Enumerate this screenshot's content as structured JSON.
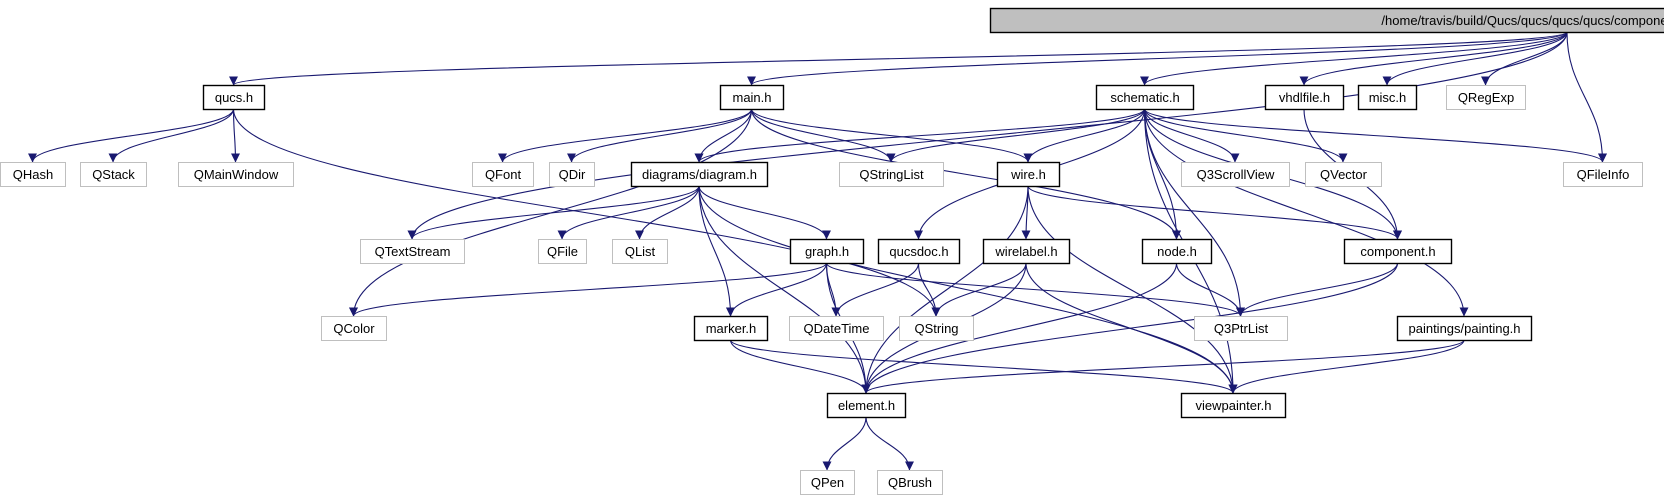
{
  "root": "/home/travis/build/Qucs/qucs/qucs/qucs/components/vhdlfile.cpp",
  "nodes": [
    {
      "id": "root",
      "label": "/home/travis/build/Qucs/qucs/qucs/qucs/components/vhdlfile.cpp",
      "kind": "root"
    },
    {
      "id": "qucs",
      "label": "qucs.h",
      "kind": "internal"
    },
    {
      "id": "main",
      "label": "main.h",
      "kind": "internal"
    },
    {
      "id": "schematic",
      "label": "schematic.h",
      "kind": "internal"
    },
    {
      "id": "vhdlfile",
      "label": "vhdlfile.h",
      "kind": "internal"
    },
    {
      "id": "misc",
      "label": "misc.h",
      "kind": "internal"
    },
    {
      "id": "qregexp",
      "label": "QRegExp",
      "kind": "external"
    },
    {
      "id": "qhash",
      "label": "QHash",
      "kind": "external"
    },
    {
      "id": "qstack",
      "label": "QStack",
      "kind": "external"
    },
    {
      "id": "qmainwindow",
      "label": "QMainWindow",
      "kind": "external"
    },
    {
      "id": "qfont",
      "label": "QFont",
      "kind": "external"
    },
    {
      "id": "qdir",
      "label": "QDir",
      "kind": "external"
    },
    {
      "id": "diagram",
      "label": "diagrams/diagram.h",
      "kind": "internal"
    },
    {
      "id": "qstringlist",
      "label": "QStringList",
      "kind": "external"
    },
    {
      "id": "wire",
      "label": "wire.h",
      "kind": "internal"
    },
    {
      "id": "q3scrollview",
      "label": "Q3ScrollView",
      "kind": "external"
    },
    {
      "id": "qvector",
      "label": "QVector",
      "kind": "external"
    },
    {
      "id": "qfileinfo",
      "label": "QFileInfo",
      "kind": "external"
    },
    {
      "id": "qtextstream",
      "label": "QTextStream",
      "kind": "external"
    },
    {
      "id": "qfile",
      "label": "QFile",
      "kind": "external"
    },
    {
      "id": "qlist",
      "label": "QList",
      "kind": "external"
    },
    {
      "id": "graph",
      "label": "graph.h",
      "kind": "internal"
    },
    {
      "id": "qucsdoc",
      "label": "qucsdoc.h",
      "kind": "internal"
    },
    {
      "id": "wirelabel",
      "label": "wirelabel.h",
      "kind": "internal"
    },
    {
      "id": "node",
      "label": "node.h",
      "kind": "internal"
    },
    {
      "id": "component",
      "label": "component.h",
      "kind": "internal"
    },
    {
      "id": "qcolor",
      "label": "QColor",
      "kind": "external"
    },
    {
      "id": "marker",
      "label": "marker.h",
      "kind": "internal"
    },
    {
      "id": "qdatetime",
      "label": "QDateTime",
      "kind": "external"
    },
    {
      "id": "qstring",
      "label": "QString",
      "kind": "external"
    },
    {
      "id": "q3ptrlist",
      "label": "Q3PtrList",
      "kind": "external"
    },
    {
      "id": "painting",
      "label": "paintings/painting.h",
      "kind": "internal"
    },
    {
      "id": "element",
      "label": "element.h",
      "kind": "internal"
    },
    {
      "id": "viewpainter",
      "label": "viewpainter.h",
      "kind": "internal"
    },
    {
      "id": "qpen",
      "label": "QPen",
      "kind": "external"
    },
    {
      "id": "qbrush",
      "label": "QBrush",
      "kind": "external"
    }
  ],
  "edges": [
    [
      "root",
      "qucs"
    ],
    [
      "root",
      "main"
    ],
    [
      "root",
      "schematic"
    ],
    [
      "root",
      "vhdlfile"
    ],
    [
      "root",
      "misc"
    ],
    [
      "root",
      "qregexp"
    ],
    [
      "root",
      "qtextstream"
    ],
    [
      "root",
      "qfileinfo"
    ],
    [
      "qucs",
      "qhash"
    ],
    [
      "qucs",
      "qstack"
    ],
    [
      "qucs",
      "qmainwindow"
    ],
    [
      "qucs",
      "qstring"
    ],
    [
      "main",
      "qfont"
    ],
    [
      "main",
      "qdir"
    ],
    [
      "main",
      "diagram"
    ],
    [
      "main",
      "qstringlist"
    ],
    [
      "main",
      "wire"
    ],
    [
      "main",
      "qcolor"
    ],
    [
      "main",
      "node"
    ],
    [
      "schematic",
      "diagram"
    ],
    [
      "schematic",
      "qstringlist"
    ],
    [
      "schematic",
      "wire"
    ],
    [
      "schematic",
      "qucsdoc"
    ],
    [
      "schematic",
      "node"
    ],
    [
      "schematic",
      "component"
    ],
    [
      "schematic",
      "q3scrollview"
    ],
    [
      "schematic",
      "qvector"
    ],
    [
      "schematic",
      "qfileinfo"
    ],
    [
      "schematic",
      "q3ptrlist"
    ],
    [
      "schematic",
      "painting"
    ],
    [
      "schematic",
      "viewpainter"
    ],
    [
      "vhdlfile",
      "component"
    ],
    [
      "diagram",
      "qtextstream"
    ],
    [
      "diagram",
      "qfile"
    ],
    [
      "diagram",
      "qlist"
    ],
    [
      "diagram",
      "graph"
    ],
    [
      "diagram",
      "marker"
    ],
    [
      "diagram",
      "element"
    ],
    [
      "diagram",
      "viewpainter"
    ],
    [
      "wire",
      "wirelabel"
    ],
    [
      "wire",
      "component"
    ],
    [
      "wire",
      "element"
    ],
    [
      "wire",
      "viewpainter"
    ],
    [
      "graph",
      "qcolor"
    ],
    [
      "graph",
      "marker"
    ],
    [
      "graph",
      "qdatetime"
    ],
    [
      "graph",
      "element"
    ],
    [
      "graph",
      "q3ptrlist"
    ],
    [
      "qucsdoc",
      "qdatetime"
    ],
    [
      "qucsdoc",
      "qstring"
    ],
    [
      "wirelabel",
      "qstring"
    ],
    [
      "wirelabel",
      "element"
    ],
    [
      "wirelabel",
      "viewpainter"
    ],
    [
      "node",
      "element"
    ],
    [
      "node",
      "q3ptrlist"
    ],
    [
      "component",
      "element"
    ],
    [
      "component",
      "q3ptrlist"
    ],
    [
      "marker",
      "element"
    ],
    [
      "marker",
      "viewpainter"
    ],
    [
      "painting",
      "element"
    ],
    [
      "painting",
      "viewpainter"
    ],
    [
      "element",
      "qpen"
    ],
    [
      "element",
      "qbrush"
    ]
  ]
}
